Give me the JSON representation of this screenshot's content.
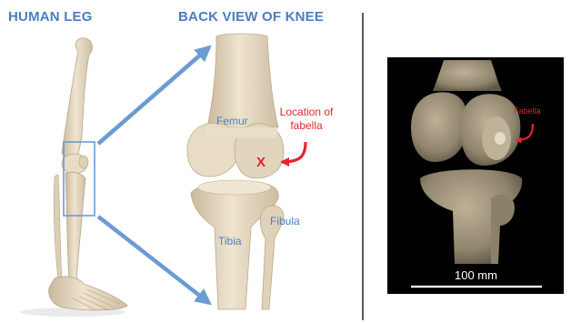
{
  "titles": {
    "human_leg": "HUMAN LEG",
    "back_view": "BACK VIEW OF KNEE"
  },
  "knee_labels": {
    "femur": "Femur",
    "tibia": "Tibia",
    "fibula": "Fibula",
    "location_line1": "Location of",
    "location_line2": "fabella",
    "marker": "X"
  },
  "xray": {
    "fabella_label": "Fabella",
    "scale_bar": "100 mm"
  },
  "colors": {
    "label_blue": "#4a7ebf",
    "annotation_red": "#e1262c",
    "bone": "#e6d9c3",
    "arrow_blue": "#6a9bd3",
    "xray_background": "#000000"
  }
}
